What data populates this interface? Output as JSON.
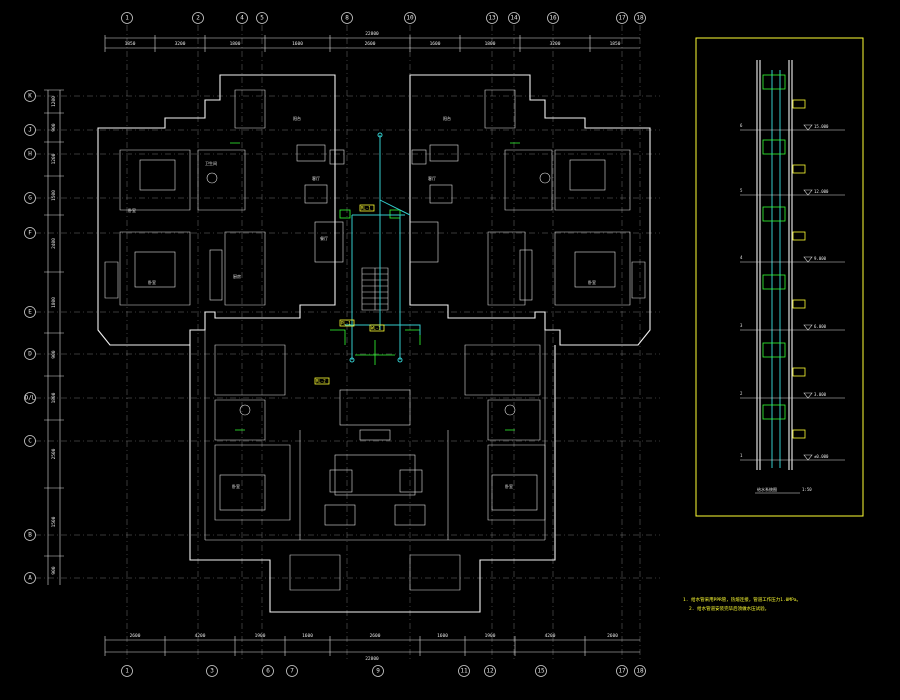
{
  "drawing": {
    "axes_top": [
      "1",
      "2",
      "4",
      "5",
      "8",
      "10",
      "13",
      "14",
      "16",
      "17",
      "18"
    ],
    "axes_bottom": [
      "1",
      "3",
      "6",
      "7",
      "9",
      "11",
      "12",
      "15",
      "17",
      "18"
    ],
    "axes_left": [
      "K",
      "J",
      "H",
      "G",
      "F",
      "E",
      "D",
      "D/L",
      "C",
      "B",
      "A"
    ],
    "overall_dim_top": "22800",
    "overall_dim_bottom": "22800",
    "top_dims": [
      "1850",
      "3200",
      "1800",
      "1600",
      "2600",
      "1600",
      "1800",
      "3200",
      "1850"
    ],
    "bottom_dims": [
      "2600",
      "4200",
      "1900",
      "1600",
      "2600",
      "1600",
      "1900",
      "4200",
      "2600"
    ],
    "left_dims": [
      "1200",
      "900",
      "1200",
      "1500",
      "2400",
      "1800",
      "900",
      "1800",
      "2500",
      "1500",
      "900"
    ],
    "room_labels": [
      "卧室",
      "卧室",
      "客厅",
      "餐厅",
      "厨房",
      "卫生间",
      "卧室",
      "客厅",
      "阳台",
      "阳台",
      "卧室",
      "卧室"
    ],
    "pipe_labels": [
      "RL-1",
      "PL-1",
      "WL-1",
      "RL-2"
    ]
  },
  "section": {
    "level_marks": [
      "15.000",
      "12.000",
      "9.000",
      "6.000",
      "3.000",
      "±0.000"
    ],
    "floor_marks": [
      "6",
      "5",
      "4",
      "3",
      "2",
      "1"
    ],
    "title": "给水系统图",
    "scale": "1:50"
  },
  "notes": {
    "line1": "1. 给水管采用PPR管，热熔连接，管道工作压力1.0MPa。",
    "line2": "2. 给水管道安装完毕后须做水压试验。"
  },
  "colors": {
    "background": "#000000",
    "lines": "#f2f2f2",
    "annotation": "#ffff33",
    "pipe": "#33cccc",
    "fixture": "#33ff33"
  }
}
